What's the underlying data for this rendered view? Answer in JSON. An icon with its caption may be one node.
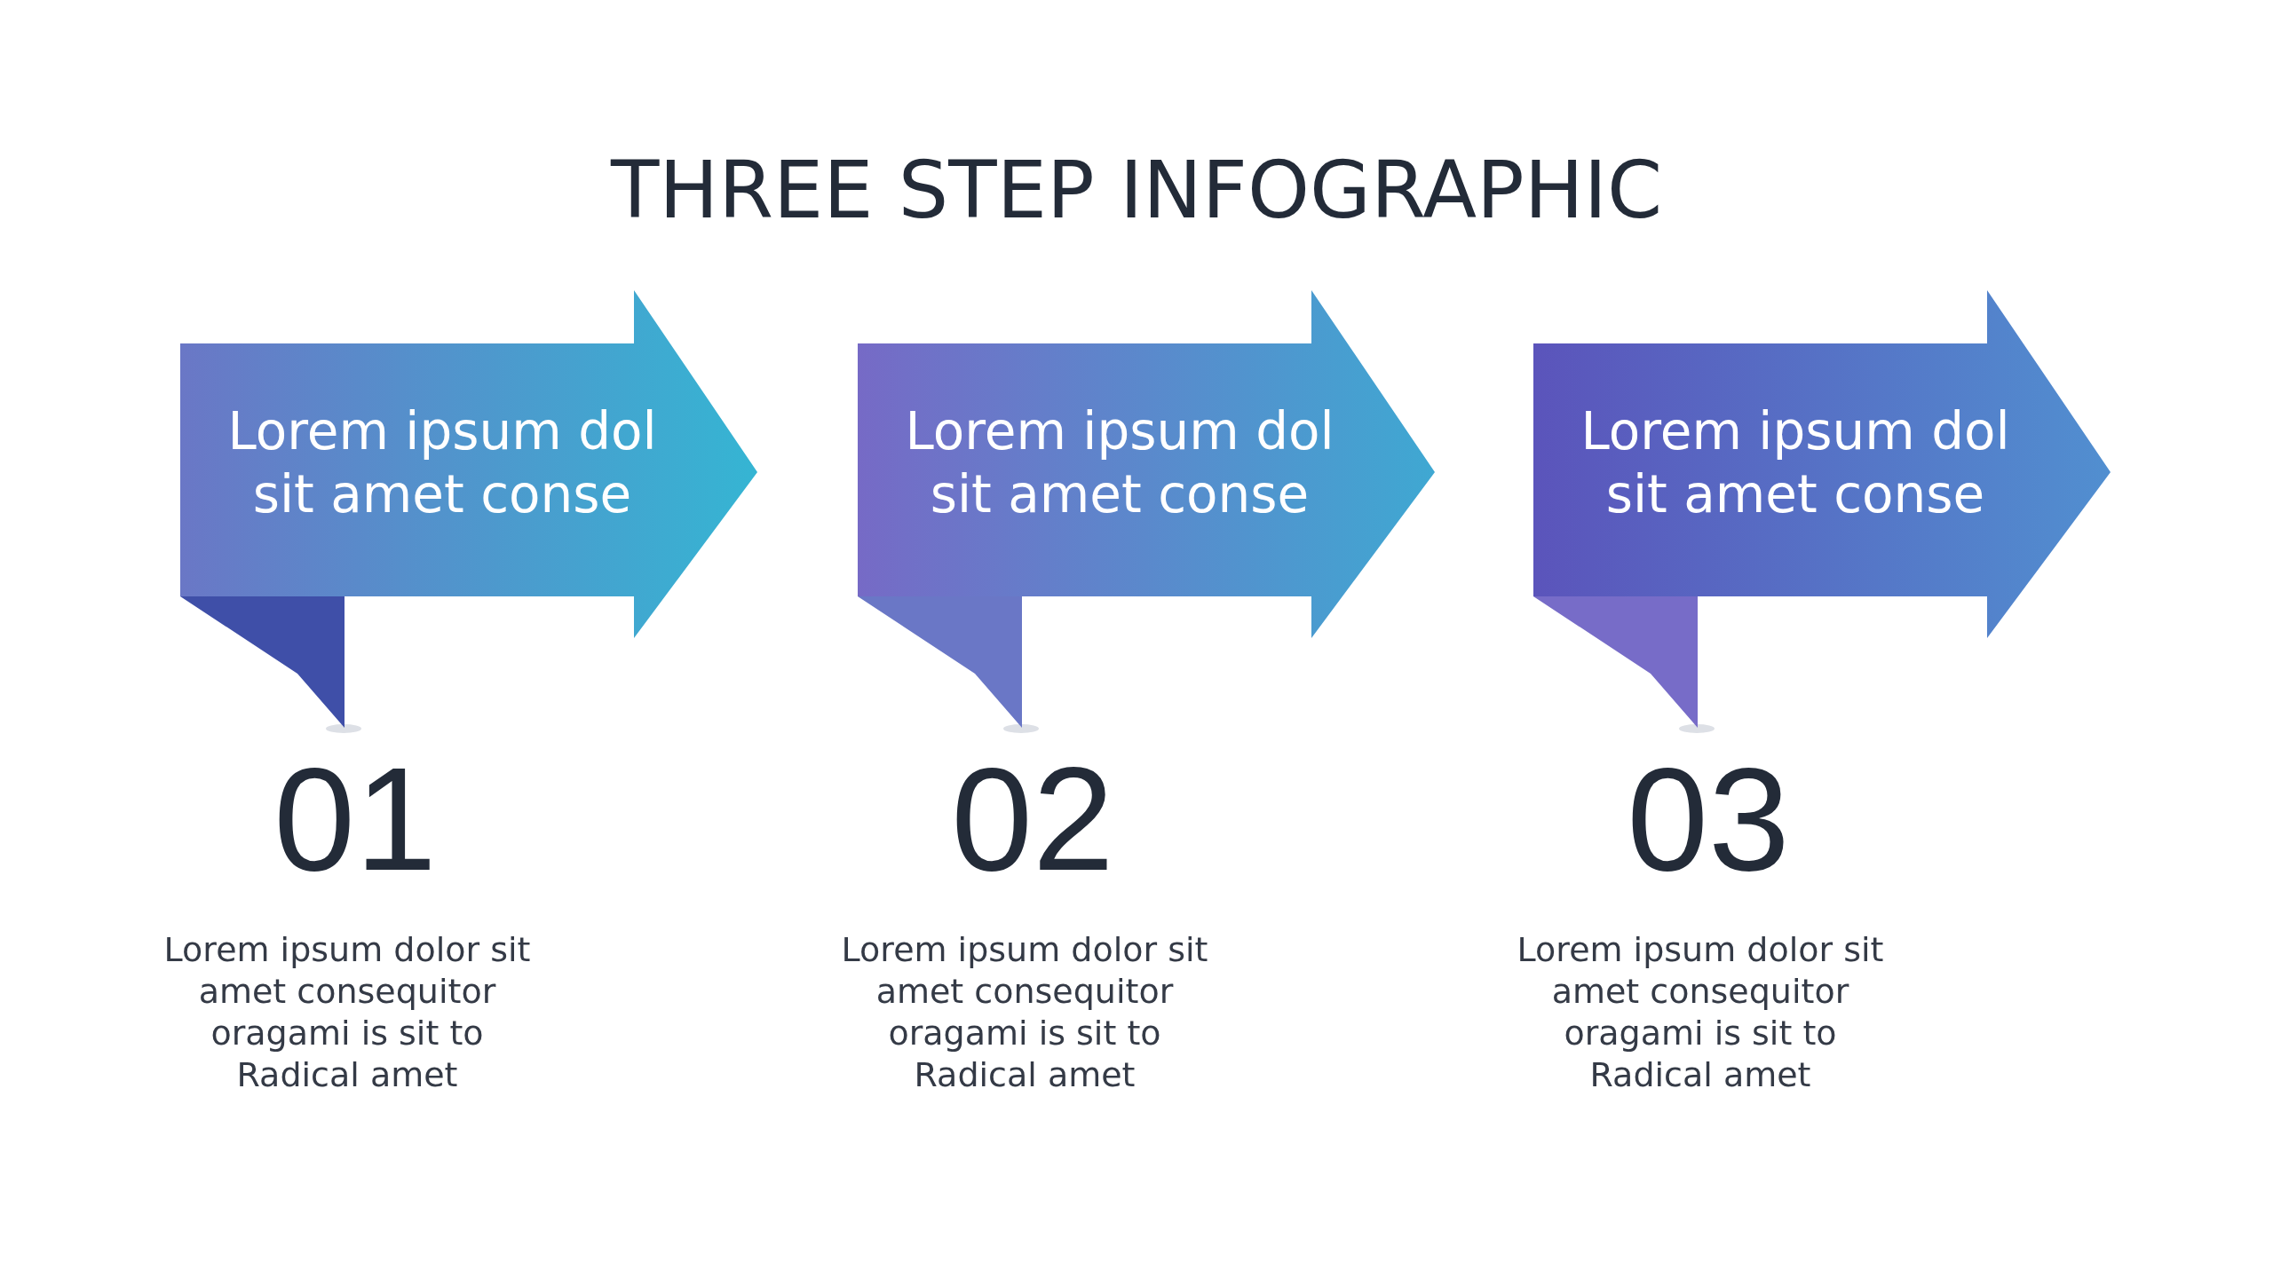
{
  "diagram": {
    "title": "THREE STEP INFOGRAPHIC",
    "nodes": [
      {
        "text": [
          "Lorem ipsum dol sit amet conse"
        ],
        "beside": [
          "01",
          "Lorem ipsum dolor sit amet consequitor oragami is sit to Radical amet"
        ]
      },
      {
        "text": [
          "Lorem ipsum dol sit amet conse"
        ],
        "beside": [
          "02",
          "Lorem ipsum dolor sit amet consequitor oragami is sit to Radical amet"
        ]
      },
      {
        "text": [
          "Lorem ipsum dol sit amet conse"
        ],
        "beside": [
          "03",
          "Lorem ipsum dolor sit amet consequitor oragami is sit to Radical amet"
        ]
      }
    ]
  }
}
